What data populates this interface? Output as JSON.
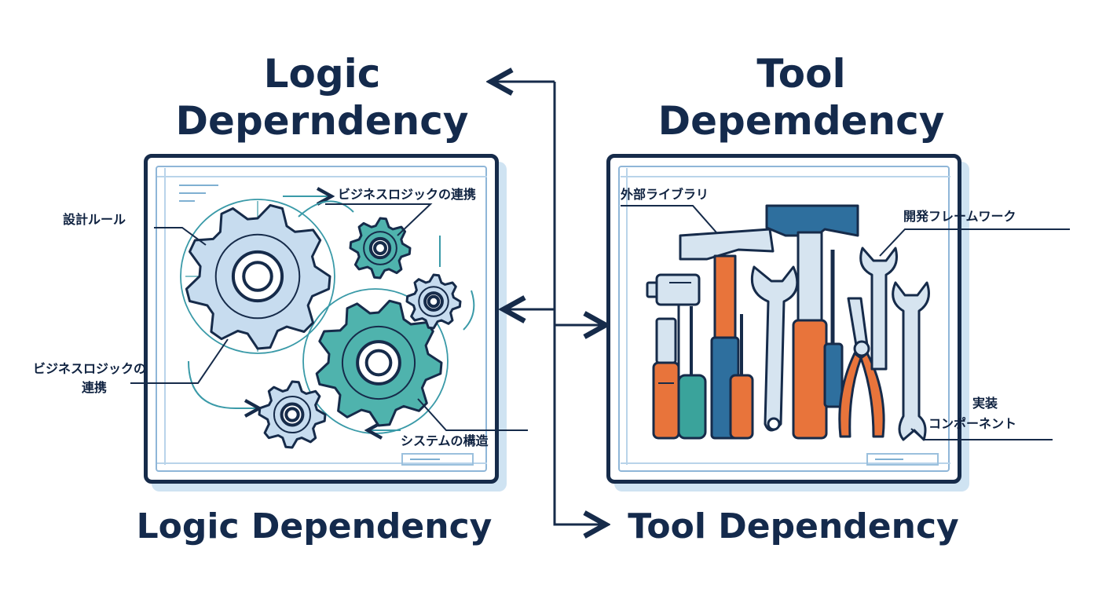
{
  "logic": {
    "heading_line1": "Logic",
    "heading_line2": "Deperndency",
    "footer": "Logic Dependency",
    "labels": {
      "design_rules": "設計ルール",
      "business_logic_top": "ビジネスロジックの連携",
      "business_logic_left_line1": "ビジネスロジックの",
      "business_logic_left_line2": "連携",
      "system_structure": "システムの構造"
    }
  },
  "tool": {
    "heading_line1": "Tool",
    "heading_line2": "Depemdency",
    "footer": "Tool Dependency",
    "labels": {
      "external_library": "外部ライブラリ",
      "dev_framework": "開発フレームワーク",
      "impl_line1": "実装",
      "impl_line2": "コンポーネント"
    }
  },
  "colors": {
    "navy": "#162b4a",
    "gear_blue": "#c7dcef",
    "gear_teal": "#4fb3ad",
    "tool_orange": "#e8743b",
    "tool_blue": "#2e6f9e",
    "tool_teal": "#3aa39b",
    "steel": "#d6e4f0"
  },
  "icons": [
    "gear-icon",
    "hammer-icon",
    "wrench-icon",
    "screwdriver-icon",
    "pliers-icon",
    "usb-drive-icon",
    "arrow-icon"
  ]
}
